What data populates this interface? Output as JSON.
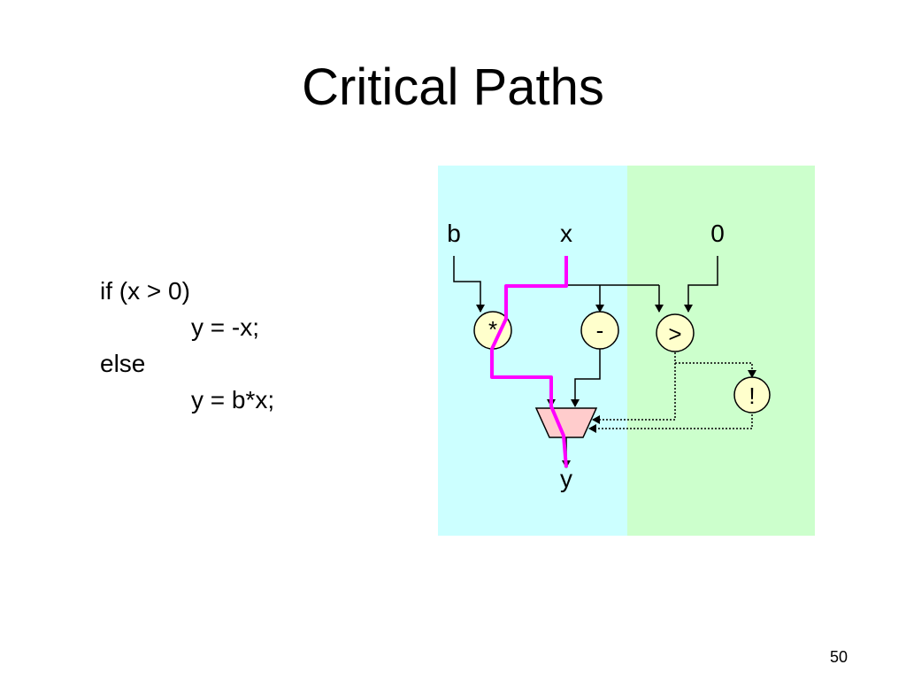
{
  "slide": {
    "title": "Critical Paths",
    "page_number": "50"
  },
  "code": {
    "line1": "if (x > 0)",
    "line2": "y = -x;",
    "line3": "else",
    "line4": "y = b*x;"
  },
  "diagram": {
    "inputs": {
      "b": "b",
      "x": "x",
      "zero": "0"
    },
    "ops": {
      "mul": "*",
      "neg": "-",
      "gt": ">",
      "not": "!"
    },
    "output": "y",
    "colors": {
      "left_region": "#ccffff",
      "right_region": "#ccffcc",
      "op_fill": "#ffffcc",
      "mux_fill": "#ffcccc",
      "critical_path": "#ff00ff"
    }
  }
}
